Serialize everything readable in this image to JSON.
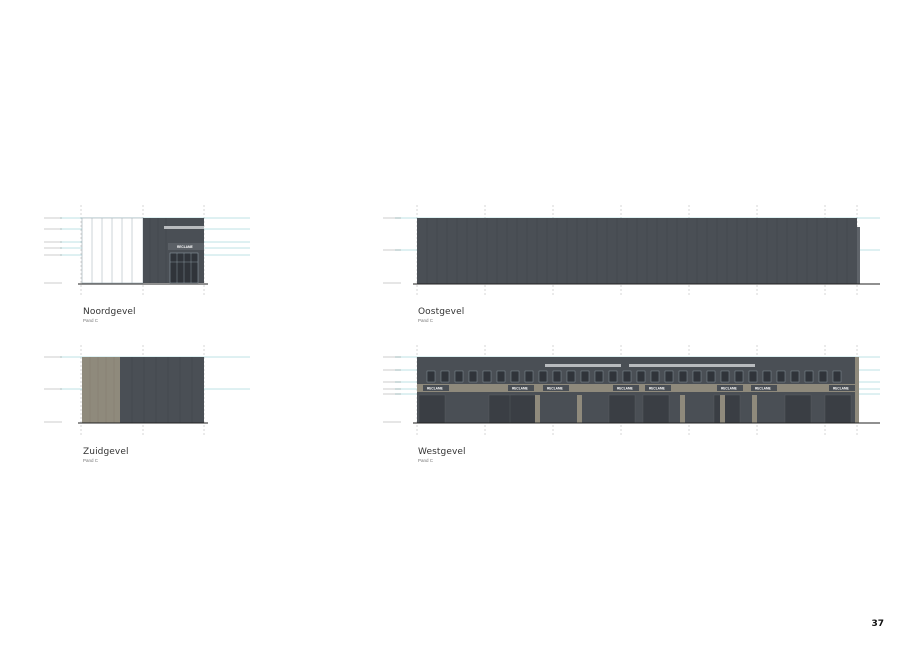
{
  "elevations": {
    "noord": {
      "title": "Noordgevel",
      "subtitle": "Pand C",
      "sign_text": "RECLAME"
    },
    "oost": {
      "title": "Oostgevel",
      "subtitle": "Pand C"
    },
    "zuid": {
      "title": "Zuidgevel",
      "subtitle": "Pand C"
    },
    "west": {
      "title": "Westgevel",
      "subtitle": "Pand C",
      "sign_text": "RECLAME"
    }
  },
  "colors": {
    "cladding_dark": "#4a4f55",
    "cladding_seam": "#3c4146",
    "cladding_wood": "#8f8a7c",
    "glass_frame": "#9aa8b0",
    "level_line": "#7fc6cc",
    "ground": "#222222",
    "grid_dash": "#999999"
  },
  "page": {
    "number": "37"
  }
}
